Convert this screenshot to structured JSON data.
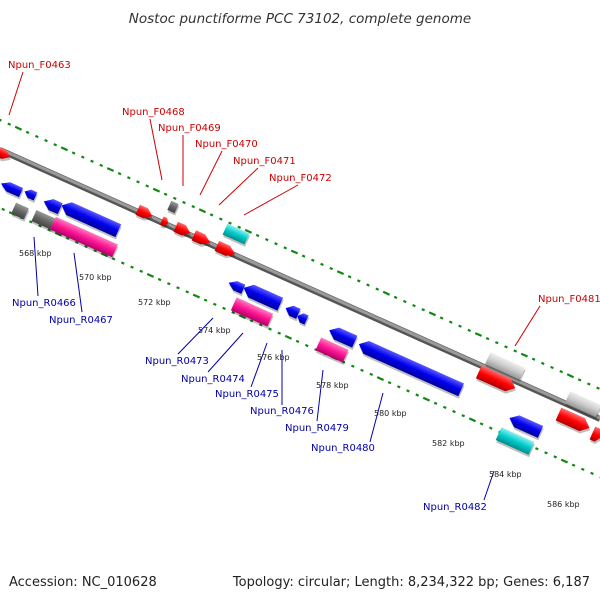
{
  "title": "Nostoc punctiforme PCC 73102, complete genome",
  "footer": {
    "accession": "Accession: NC_010628",
    "topology": "Topology: circular; Length: 8,234,322 bp; Genes: 6,187"
  },
  "kbp_labels": [
    "568 kbp",
    "570 kbp",
    "572 kbp",
    "574 kbp",
    "576 kbp",
    "578 kbp",
    "580 kbp",
    "582 kbp",
    "584 kbp",
    "586 kbp"
  ],
  "forward_labels": [
    "Npun_F0463",
    "Npun_F0468",
    "Npun_F0469",
    "Npun_F0470",
    "Npun_F0471",
    "Npun_F0472",
    "Npun_F0481"
  ],
  "reverse_labels": [
    "Npun_R0466",
    "Npun_R0467",
    "Npun_R0473",
    "Npun_R0474",
    "Npun_R0475",
    "Npun_R0476",
    "Npun_R0479",
    "Npun_R0480",
    "Npun_R0482"
  ],
  "colors": {
    "forward_label": "#cc0000",
    "reverse_label": "#0000aa",
    "backbone": "#888888",
    "tick": "#118811",
    "gene_red": "#ff0000",
    "gene_blue": "#0000ee",
    "gene_magenta": "#ff1493",
    "gene_cyan": "#00cccc",
    "gene_gray": "#666666",
    "gene_lightgray": "#cccccc"
  }
}
